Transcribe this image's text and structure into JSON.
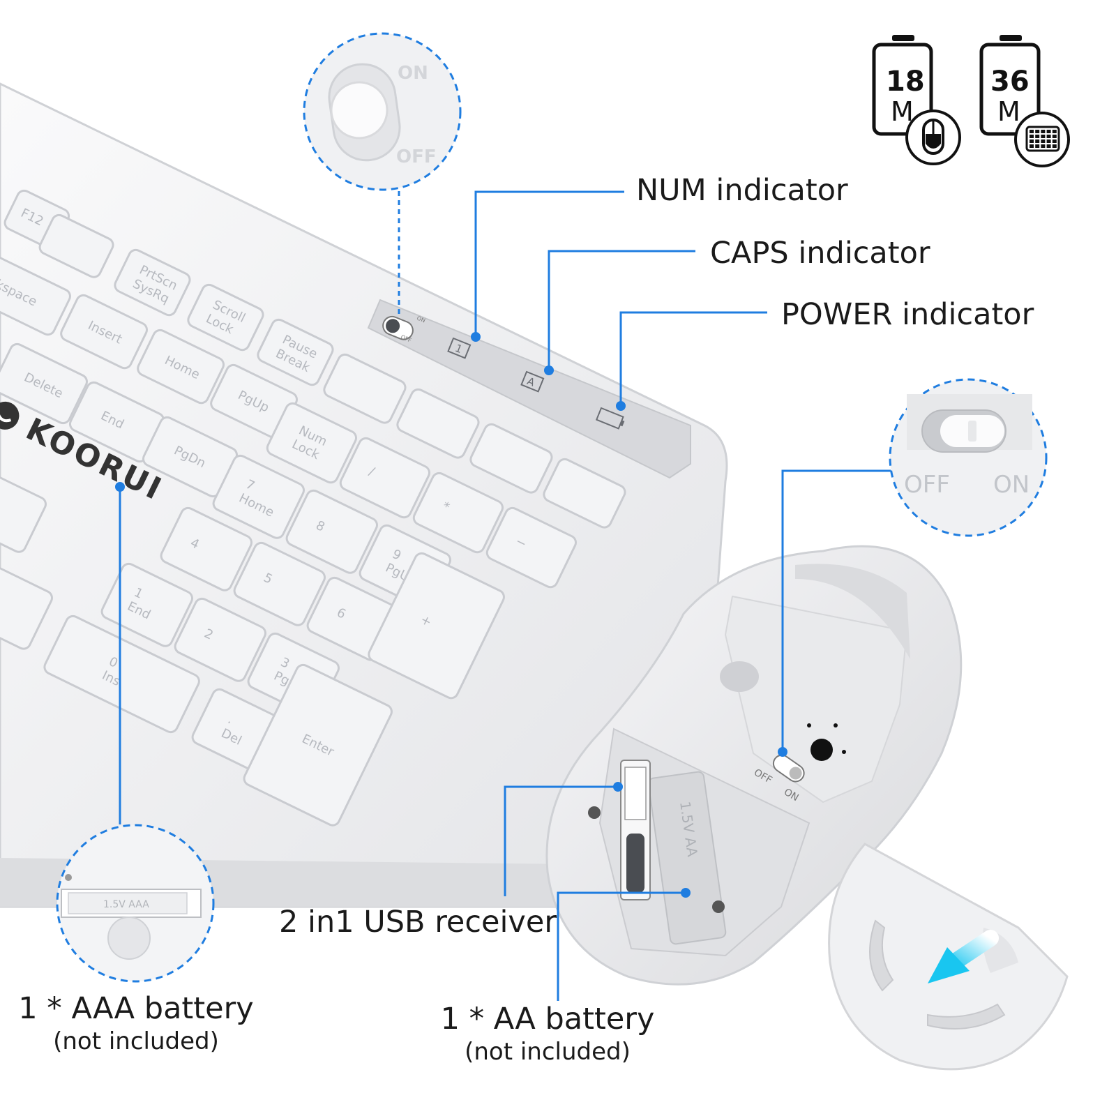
{
  "battery_badges": [
    {
      "number": "18",
      "unit": "M",
      "device_icon": "mouse-icon"
    },
    {
      "number": "36",
      "unit": "M",
      "device_icon": "keyboard-icon"
    }
  ],
  "callouts": {
    "num_indicator": "NUM indicator",
    "caps_indicator": "CAPS indicator",
    "power_indicator": "POWER indicator",
    "usb_receiver": "2 in1 USB receiver",
    "aaa_battery": "1 * AAA battery",
    "aaa_note": "(not included)",
    "aa_battery": "1 * AA battery",
    "aa_note": "(not included)"
  },
  "keyboard_switch_zoom": {
    "on": "ON",
    "off": "OFF"
  },
  "mouse_switch_zoom": {
    "off": "OFF",
    "on": "ON"
  },
  "brand": "KOORUI",
  "keys": {
    "f12": "F12",
    "backspace": "kspace",
    "prtscn": "PrtScn",
    "sysrq": "SysRq",
    "scroll": "Scroll",
    "lock": "Lock",
    "pause": "Pause",
    "break": "Break",
    "insert": "Insert",
    "home": "Home",
    "pgup": "PgUp",
    "delete": "Delete",
    "end": "End",
    "pgdn": "PgDn",
    "numlock1": "Num",
    "numlock2": "Lock",
    "slash": "/",
    "star": "*",
    "minus": "−",
    "plus": "+",
    "enter": "Enter",
    "k7": "7",
    "k7s": "Home",
    "k8": "8",
    "k9": "9",
    "k9s": "PgUp",
    "k4": "4",
    "k5": "5",
    "k6": "6",
    "k1": "1",
    "k1s": "End",
    "k2": "2",
    "k3": "3",
    "k3s": "PgDn",
    "k0": "0",
    "k0s": "Ins",
    "dot": ".",
    "del": "Del"
  },
  "small_switch": {
    "on": "ON",
    "off": "OFF"
  },
  "mouse_switch": {
    "off": "OFF",
    "on": "ON"
  },
  "battery_print": {
    "aa": "1.5V AA",
    "aaa": "1.5V AAA"
  }
}
